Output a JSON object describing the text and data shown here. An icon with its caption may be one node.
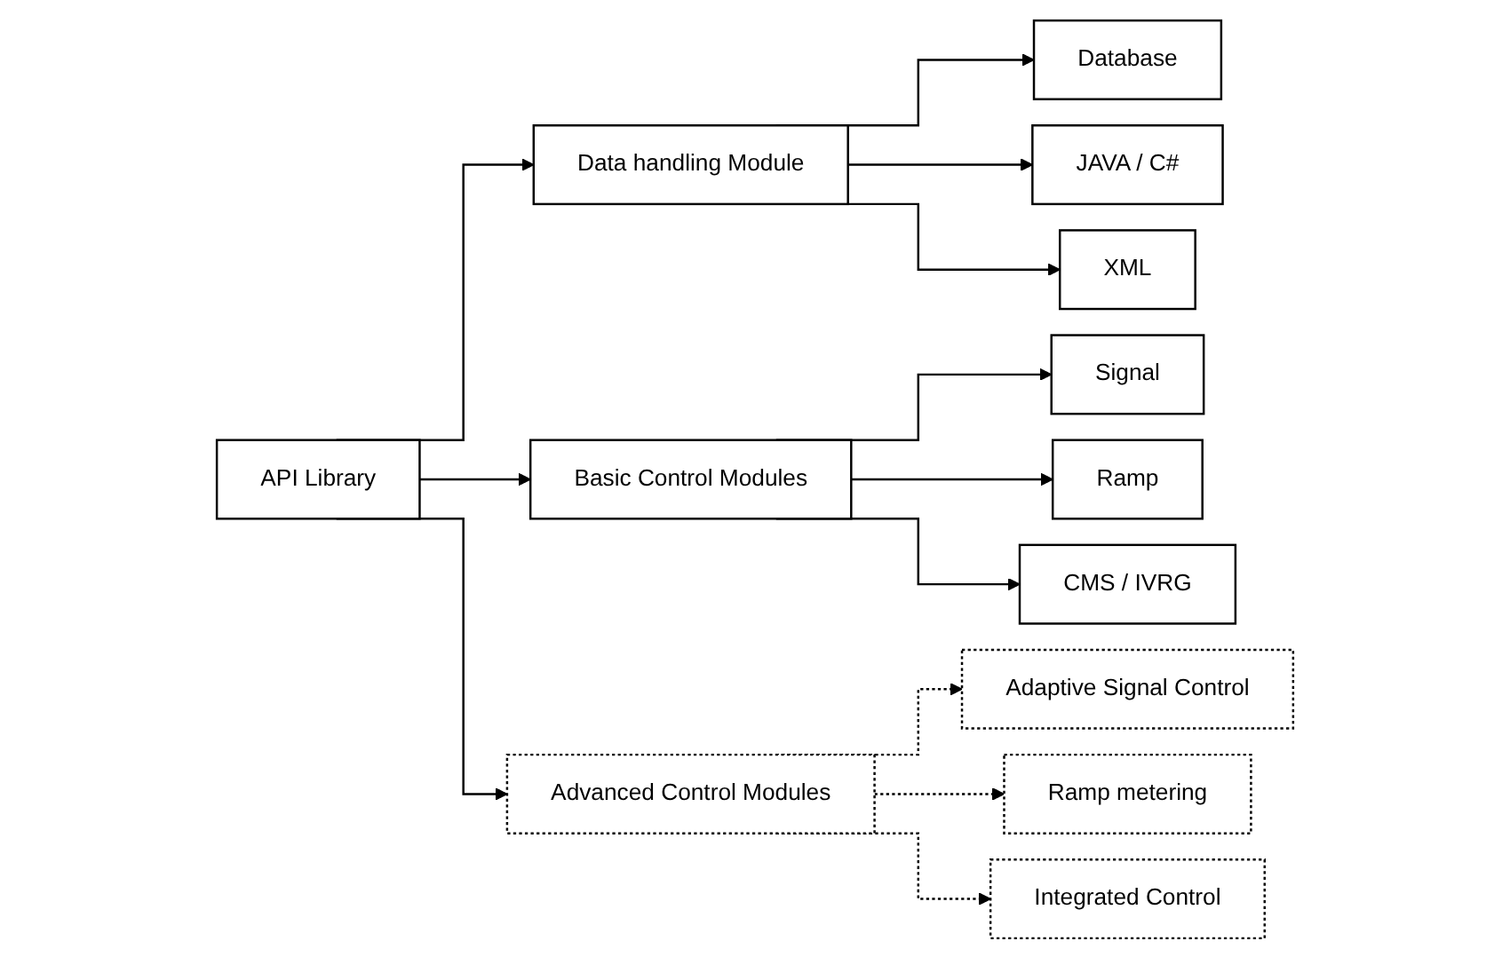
{
  "diagram": {
    "nodes": [
      {
        "text": [
          "API Library"
        ]
      },
      {
        "text": [
          "Data handling Module"
        ]
      },
      {
        "text": [
          "Basic Control Modules"
        ]
      },
      {
        "text": [
          "Advanced Control Modules"
        ]
      },
      {
        "text": [
          "Database"
        ]
      },
      {
        "text": [
          "JAVA / C#"
        ]
      },
      {
        "text": [
          "XML"
        ]
      },
      {
        "text": [
          "Signal"
        ]
      },
      {
        "text": [
          "Ramp"
        ]
      },
      {
        "text": [
          "CMS / IVRG"
        ]
      },
      {
        "text": [
          "Adaptive Signal Control"
        ]
      },
      {
        "text": [
          "Ramp metering"
        ]
      },
      {
        "text": [
          "Integrated Control"
        ]
      }
    ],
    "edges": [
      {
        "from": 0,
        "to": 1,
        "arrow": "to"
      },
      {
        "from": 0,
        "to": 2,
        "arrow": "to"
      },
      {
        "from": 0,
        "to": 3,
        "arrow": "to"
      },
      {
        "from": 1,
        "to": 4,
        "arrow": "to"
      },
      {
        "from": 1,
        "to": 5,
        "arrow": "to"
      },
      {
        "from": 1,
        "to": 6,
        "arrow": "to"
      },
      {
        "from": 2,
        "to": 7,
        "arrow": "to"
      },
      {
        "from": 2,
        "to": 8,
        "arrow": "to"
      },
      {
        "from": 2,
        "to": 9,
        "arrow": "to"
      },
      {
        "from": 3,
        "to": 10,
        "arrow": "to",
        "style": "dashed"
      },
      {
        "from": 3,
        "to": 11,
        "arrow": "to",
        "style": "dashed"
      },
      {
        "from": 3,
        "to": 12,
        "arrow": "to",
        "style": "dashed"
      }
    ]
  }
}
